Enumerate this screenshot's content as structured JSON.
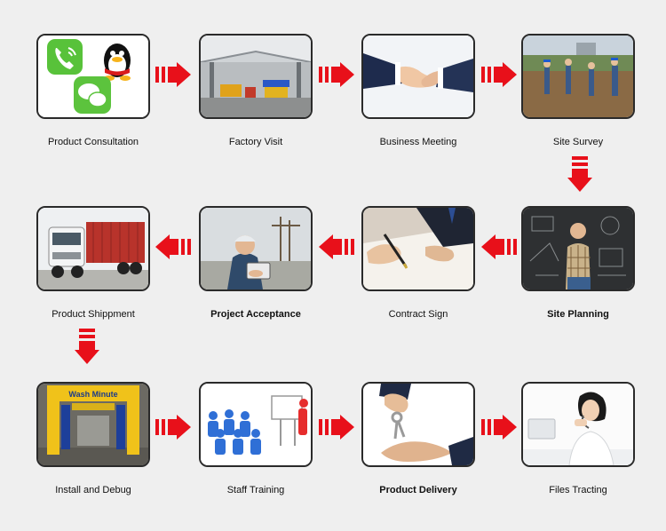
{
  "steps": [
    {
      "label": "Product Consultation",
      "icon": "chat-apps-icon"
    },
    {
      "label": "Factory Visit",
      "icon": "factory-hall-icon"
    },
    {
      "label": "Business Meeting",
      "icon": "handshake-icon"
    },
    {
      "label": "Site Survey",
      "icon": "surveyors-on-site-icon"
    },
    {
      "label": "Site Planning",
      "icon": "planner-chalkboard-icon"
    },
    {
      "label": "Contract Sign",
      "icon": "signing-contract-icon"
    },
    {
      "label": "Project Acceptance",
      "icon": "engineer-tablet-icon"
    },
    {
      "label": "Product Shippment",
      "icon": "truck-icon"
    },
    {
      "label": "Install and Debug",
      "icon": "car-wash-machine-icon"
    },
    {
      "label": "Staff Training",
      "icon": "training-class-icon"
    },
    {
      "label": "Product Delivery",
      "icon": "keys-handover-icon"
    },
    {
      "label": "Files Tracting",
      "icon": "support-operator-icon"
    }
  ],
  "machine_brand": "Wash Minute",
  "colors": {
    "background": "#efefef",
    "arrow": "#e8101a",
    "border": "#2a2a2a"
  }
}
